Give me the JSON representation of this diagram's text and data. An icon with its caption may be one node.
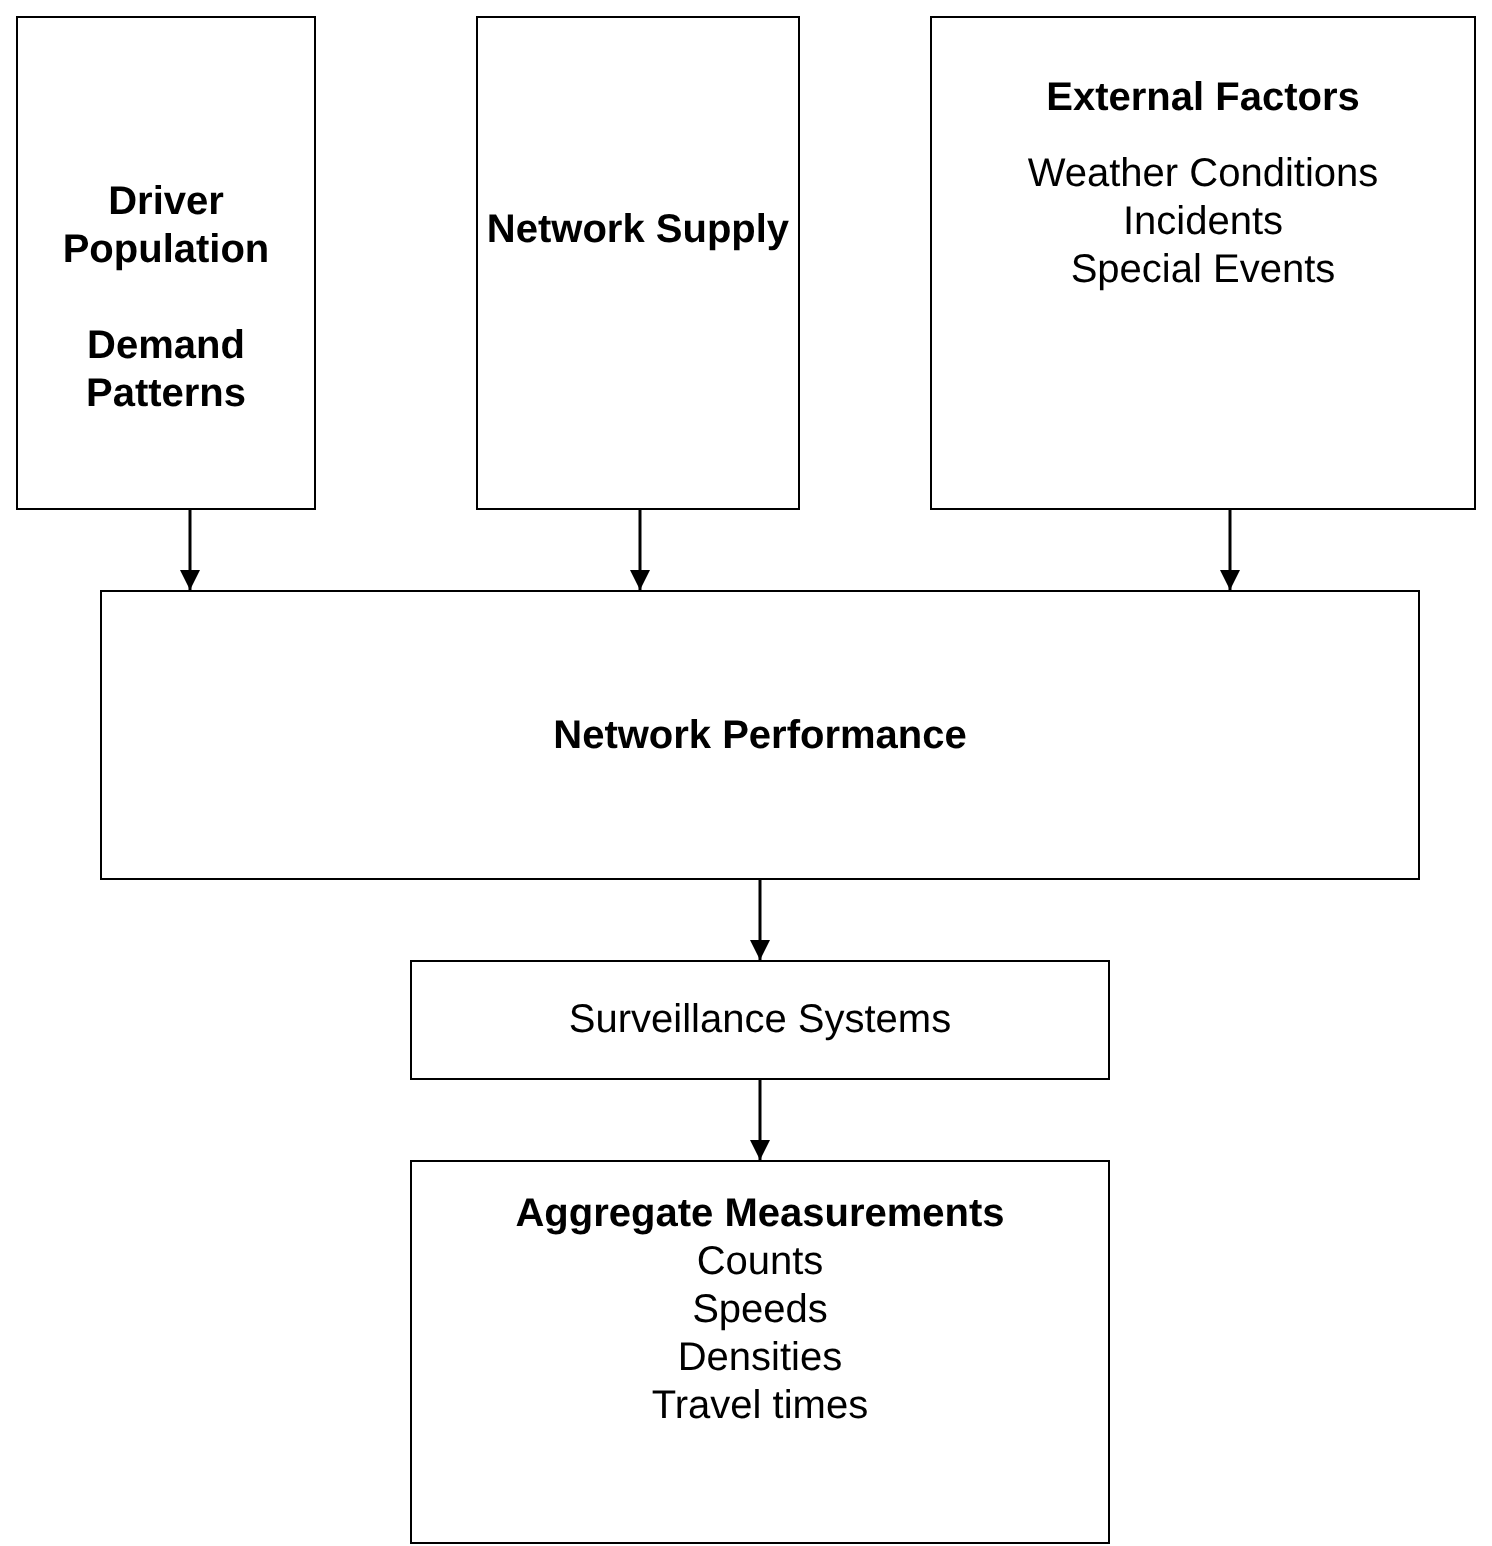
{
  "diagram": {
    "nodes": [
      {
        "text": [
          "Driver Population",
          "Demand Patterns"
        ]
      },
      {
        "text": [
          "Network Supply"
        ]
      },
      {
        "text": [
          "External Factors",
          "Weather Conditions",
          "Incidents",
          "Special Events"
        ]
      },
      {
        "text": [
          "Network Performance"
        ]
      },
      {
        "text": [
          "Surveillance Systems"
        ]
      },
      {
        "text": [
          "Aggregate Measurements",
          "Counts",
          "Speeds",
          "Densities",
          "Travel times"
        ]
      }
    ],
    "edges": [
      {
        "from": 0,
        "to": 3,
        "arrow": "to"
      },
      {
        "from": 1,
        "to": 3,
        "arrow": "to"
      },
      {
        "from": 2,
        "to": 3,
        "arrow": "to"
      },
      {
        "from": 3,
        "to": 4,
        "arrow": "to"
      },
      {
        "from": 4,
        "to": 5,
        "arrow": "to"
      }
    ]
  }
}
